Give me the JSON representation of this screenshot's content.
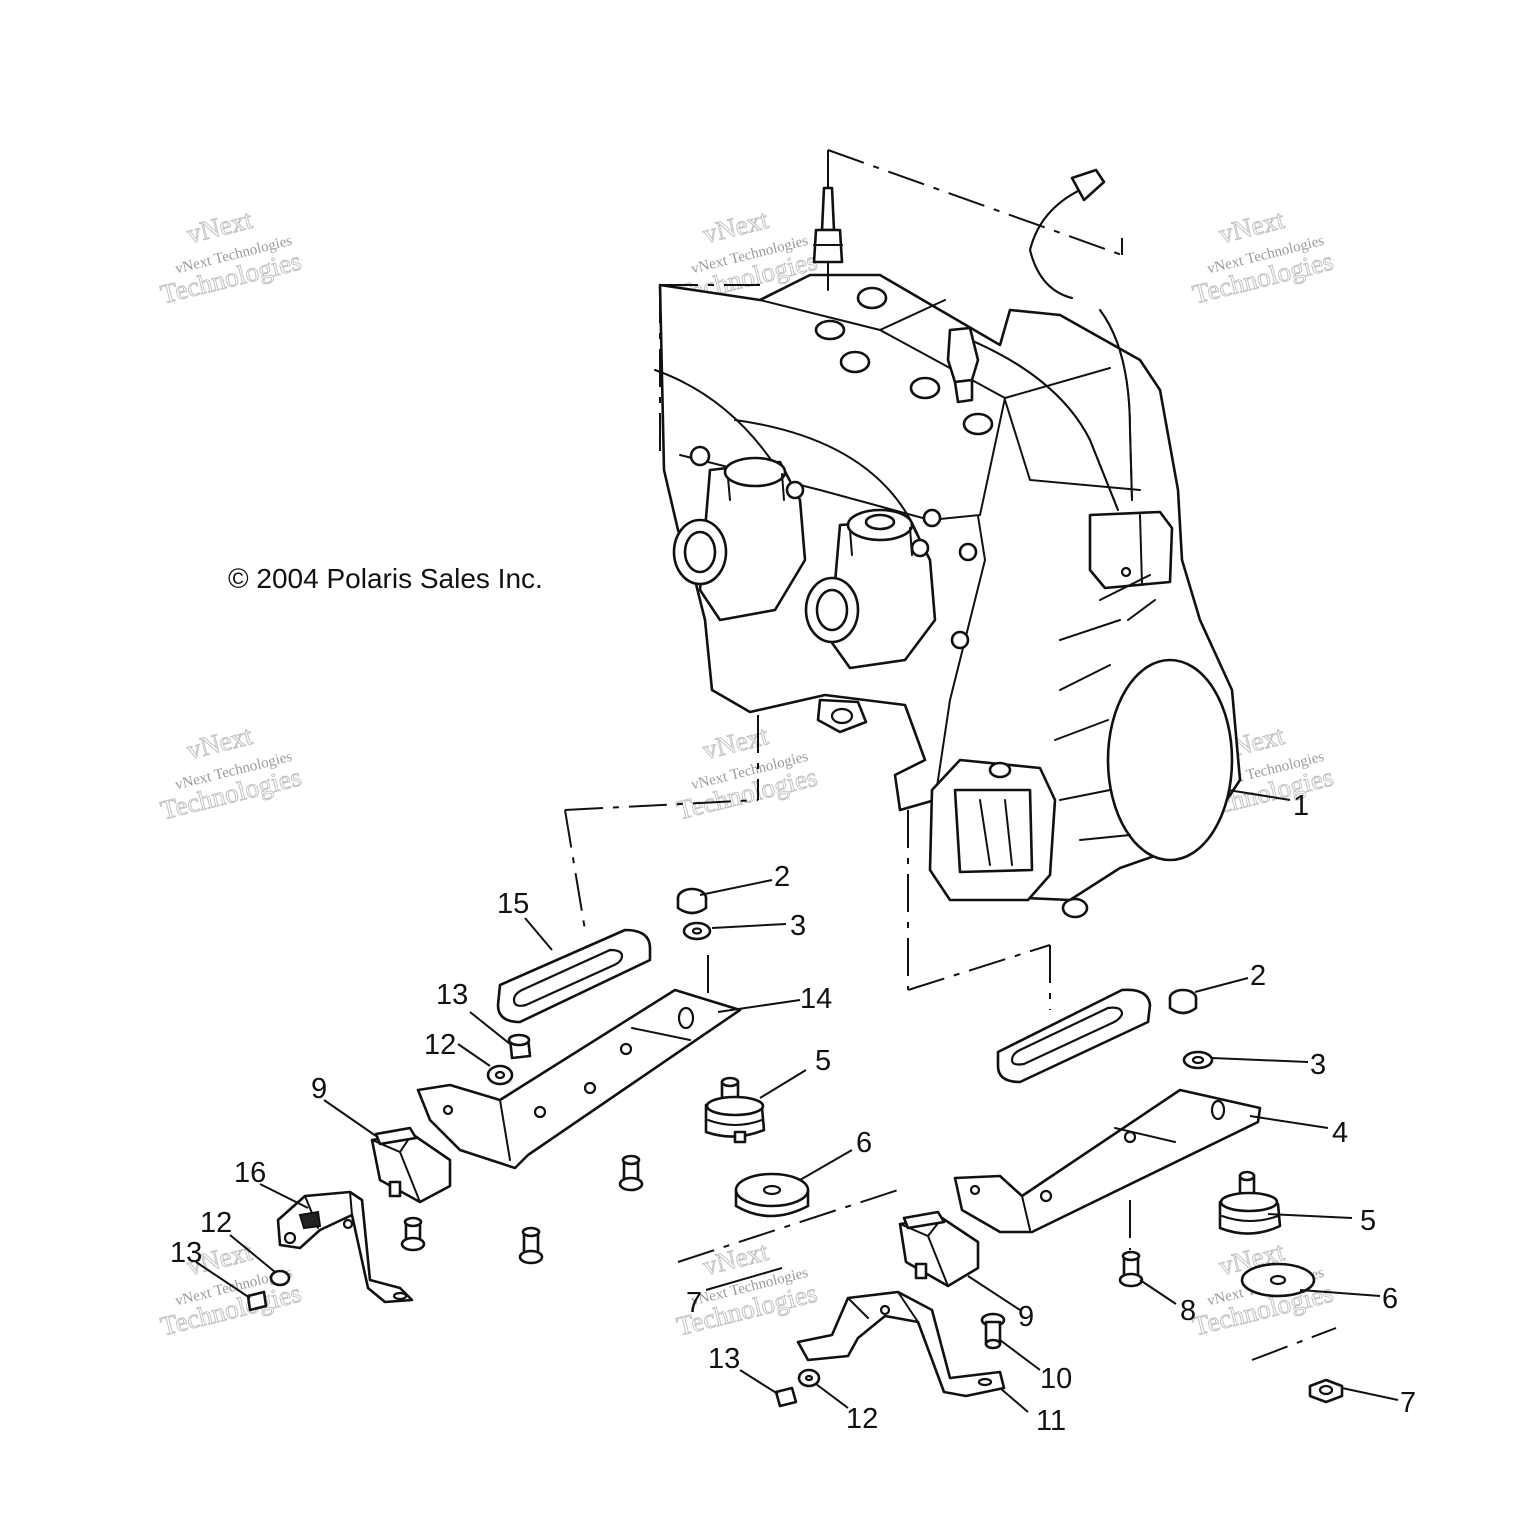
{
  "copyright": "© 2004 Polaris Sales Inc.",
  "watermark": {
    "line1": "vNext",
    "line2": "vNext Technologies",
    "line3": "Technologies"
  },
  "callouts": [
    "1",
    "2",
    "3",
    "15",
    "13",
    "14",
    "12",
    "5",
    "9",
    "6",
    "16",
    "12",
    "13",
    "7",
    "2",
    "3",
    "4",
    "5",
    "8",
    "6",
    "9",
    "10",
    "11",
    "13",
    "12",
    "7"
  ]
}
